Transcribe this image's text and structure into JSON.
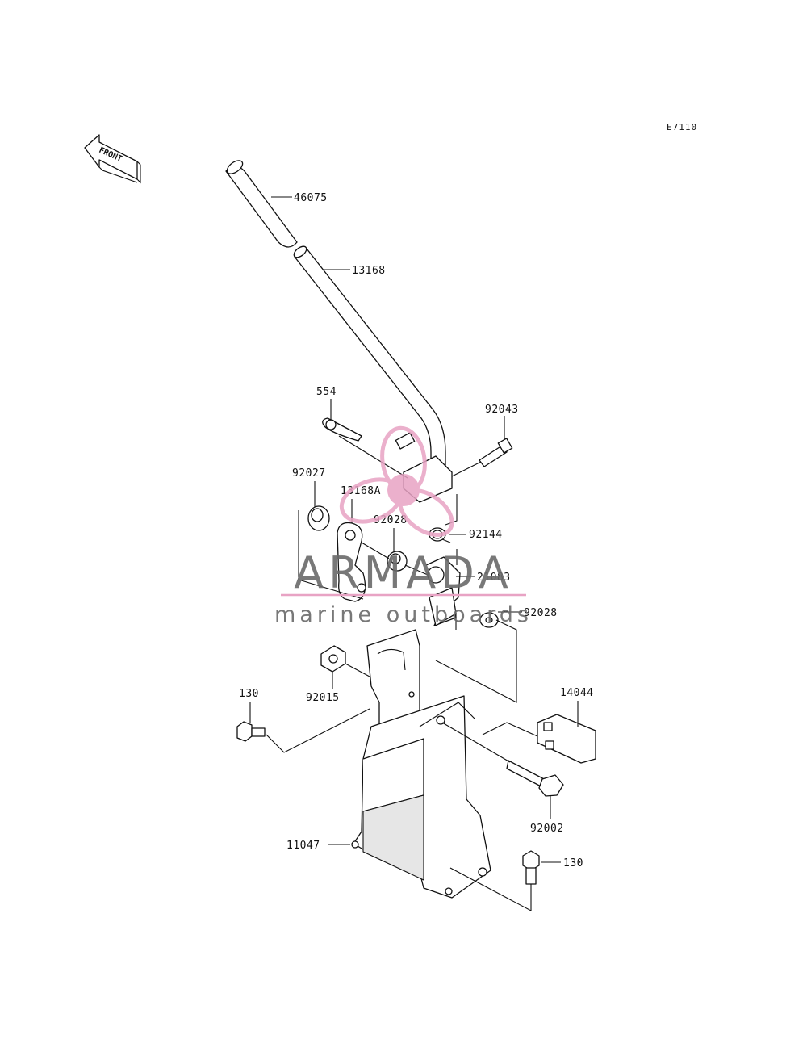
{
  "diagram_code": "E7110",
  "front_indicator": "FRONT",
  "parts": {
    "p46075": "46075",
    "p13168": "13168",
    "p554": "554",
    "p92043": "92043",
    "p92027": "92027",
    "p13168A": "13168A",
    "p92028_top": "92028",
    "p92144": "92144",
    "p21083": "21083",
    "p92028_bottom": "92028",
    "p92015": "92015",
    "p130_left": "130",
    "p14044": "14044",
    "p92002": "92002",
    "p11047": "11047",
    "p130_bottom": "130"
  },
  "watermark": {
    "title": "ARMADA",
    "subtitle": "marine outboards",
    "accent_color": "#e8a3c4",
    "text_color": "#6a6a6a"
  }
}
